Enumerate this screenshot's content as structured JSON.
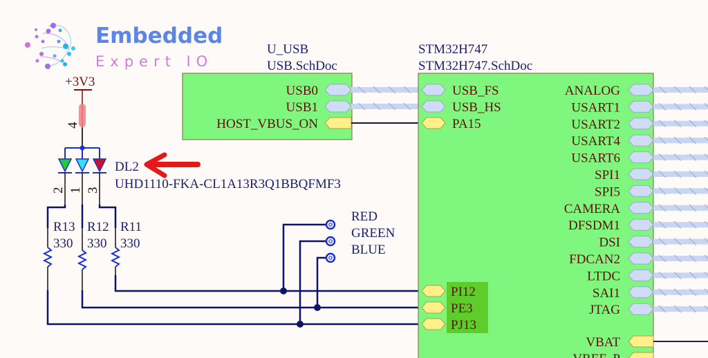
{
  "logo": {
    "line1": "Embedded",
    "line2": "Expert IO"
  },
  "power": {
    "label": "+3V3",
    "pin": "4"
  },
  "led": {
    "designator": "DL2",
    "part": "UHD1110-FKA-CL1A13R3Q1BBQFMF3",
    "pins": [
      "2",
      "1",
      "3"
    ],
    "colors": [
      "#22cc33",
      "#33e0f0",
      "#cc1020"
    ]
  },
  "resistors": [
    {
      "designator": "R13",
      "value": "330"
    },
    {
      "designator": "R12",
      "value": "330"
    },
    {
      "designator": "R11",
      "value": "330"
    }
  ],
  "testpoints": [
    "RED",
    "GREEN",
    "BLUE"
  ],
  "usb_sheet": {
    "name": "U_USB",
    "file": "USB.SchDoc",
    "ports": [
      "USB0",
      "USB1",
      "HOST_VBUS_ON"
    ]
  },
  "mcu_sheet": {
    "name": "STM32H747",
    "file": "STM32H747.SchDoc",
    "left_ports": [
      "USB_FS",
      "USB_HS",
      "PA15"
    ],
    "left_bottom_ports": [
      "PI12",
      "PE3",
      "PJ13"
    ],
    "right_ports": [
      "ANALOG",
      "USART1",
      "USART2",
      "USART4",
      "USART6",
      "SPI1",
      "SPI5",
      "CAMERA",
      "DFSDM1",
      "DSI",
      "FDCAN2",
      "LTDC",
      "SAI1",
      "JTAG"
    ],
    "right_bottom_ports": [
      "VBAT",
      "VREF_P"
    ]
  },
  "colors": {
    "sheet_fill": "#7ff77f",
    "bus": "#c8d6f2",
    "wire": "#1a1f6e",
    "port_yellow": "#fff08a",
    "port_blue": "#cfdcf5",
    "arrow": "#e21a1a"
  }
}
